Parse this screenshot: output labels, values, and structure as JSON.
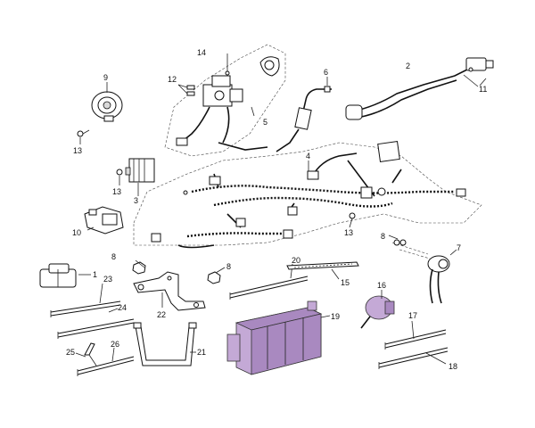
{
  "diagram": {
    "callouts": [
      "1",
      "2",
      "3",
      "4",
      "5",
      "6",
      "7",
      "8",
      "9",
      "10",
      "11",
      "12",
      "13",
      "14",
      "15",
      "16",
      "17",
      "18",
      "19",
      "20",
      "21",
      "22",
      "23",
      "24",
      "25",
      "26"
    ],
    "colors": {
      "highlight": "#c4a9d6",
      "highlight_dark": "#a989c0",
      "line": "#111111",
      "outline_dashed": "#444444"
    }
  }
}
